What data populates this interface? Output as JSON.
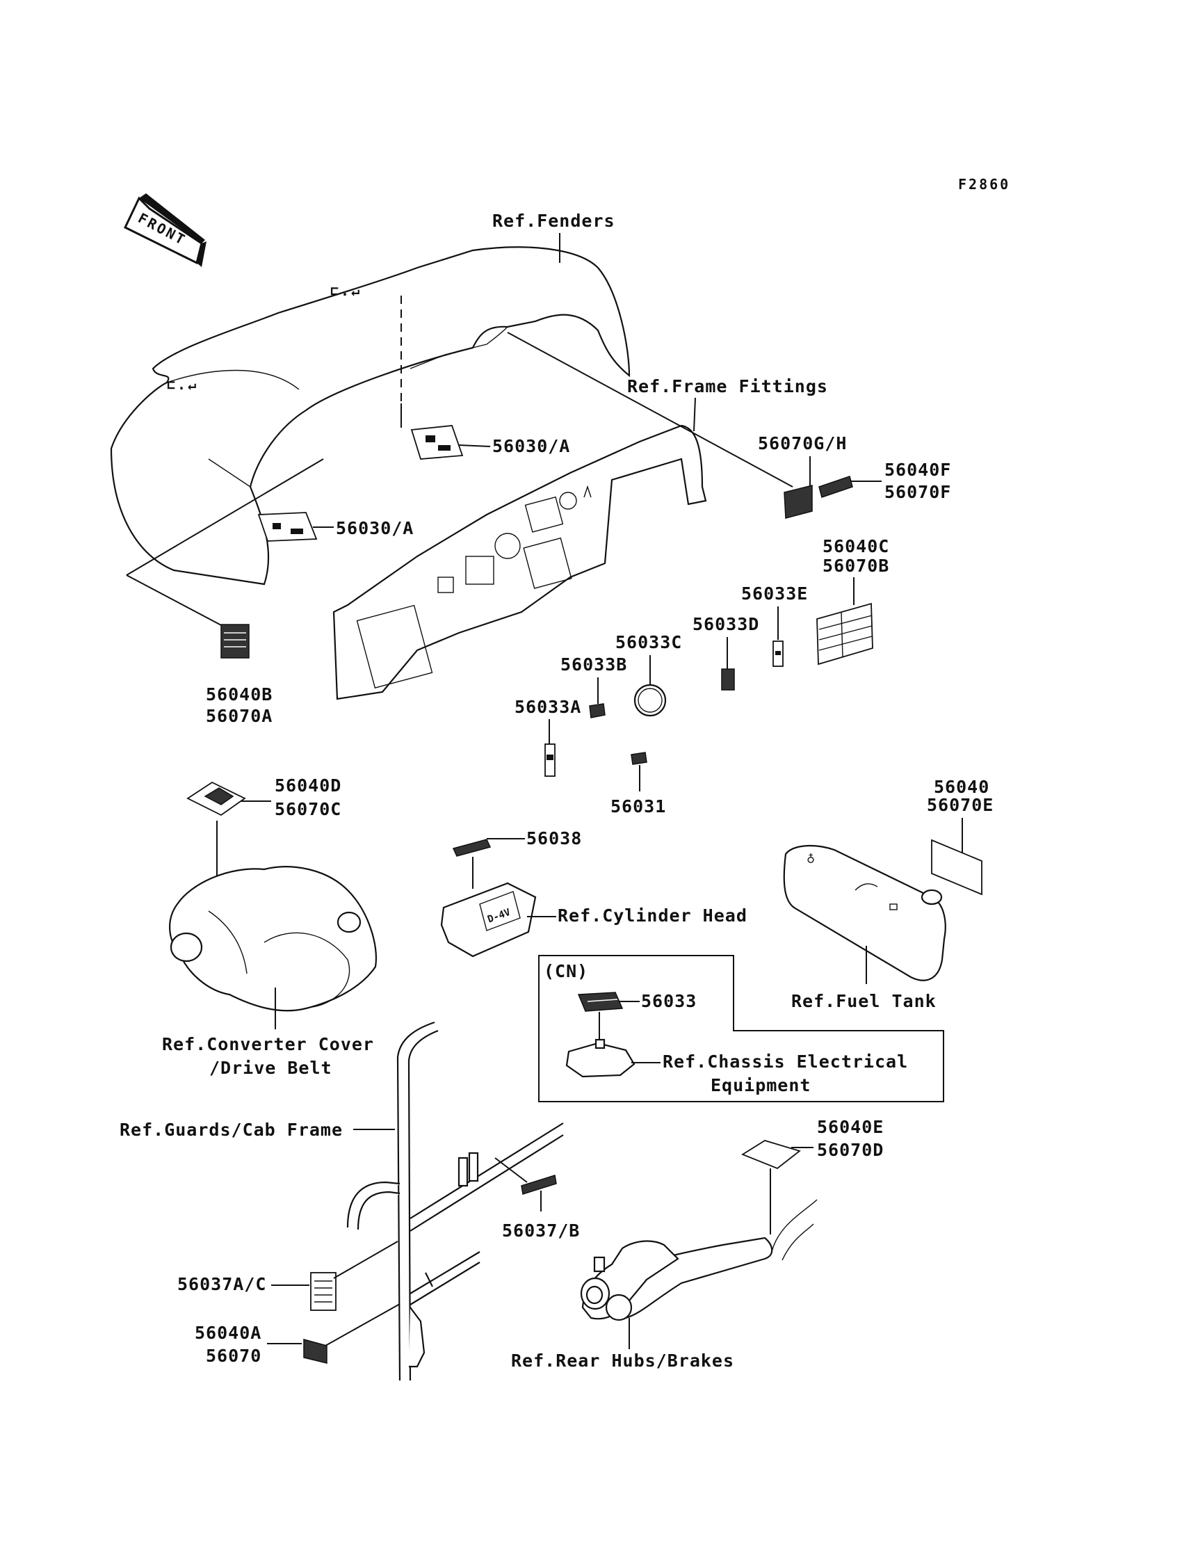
{
  "diagram_id": "F2860",
  "front_arrow_label": "FRONT",
  "labels": {
    "fenders": "Ref.Fenders",
    "frame_fittings": "Ref.Frame Fittings",
    "p56030a_top": "56030/A",
    "p56030a_left": "56030/A",
    "p56070gh": "56070G/H",
    "p56040f": "56040F",
    "p56070f": "56070F",
    "p56040c": "56040C",
    "p56070b": "56070B",
    "p56033e": "56033E",
    "p56033d": "56033D",
    "p56033c": "56033C",
    "p56033b": "56033B",
    "p56033a": "56033A",
    "p56031": "56031",
    "p56040b": "56040B",
    "p56070a": "56070A",
    "p56040d": "56040D",
    "p56070c": "56070C",
    "p56038": "56038",
    "cylinder_head": "Ref.Cylinder Head",
    "p56040": "56040",
    "p56070e": "56070E",
    "converter_cover_1": "Ref.Converter Cover",
    "converter_cover_2": "/Drive Belt",
    "cn_tag": "(CN)",
    "p56033": "56033",
    "chassis_elec_1": "Ref.Chassis Electrical",
    "chassis_elec_2": "Equipment",
    "fuel_tank": "Ref.Fuel Tank",
    "guards_cab": "Ref.Guards/Cab Frame",
    "p56040e": "56040E",
    "p56070d": "56070D",
    "p56037b": "56037/B",
    "p56037ac": "56037A/C",
    "p56040a": "56040A",
    "p56070": "56070",
    "rear_hubs": "Ref.Rear Hubs/Brakes"
  }
}
